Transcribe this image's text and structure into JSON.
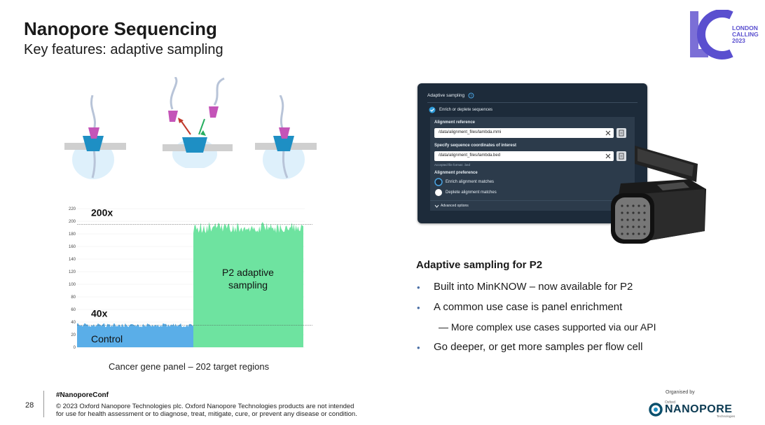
{
  "header": {
    "title": "Nanopore Sequencing",
    "subtitle": "Key features: adaptive sampling"
  },
  "logo": {
    "line1": "LONDON",
    "line2": "CALLING",
    "line3": "2023",
    "color": "#5a4fcf"
  },
  "chart_data": {
    "type": "bar",
    "y_ticks": [
      "220",
      "200",
      "180",
      "160",
      "140",
      "120",
      "100",
      "80",
      "60",
      "40",
      "20",
      "0"
    ],
    "ylim": [
      0,
      220
    ],
    "reference_lines": [
      {
        "label": "200x",
        "value": 195
      },
      {
        "label": "40x",
        "value": 35
      }
    ],
    "regions": [
      {
        "label": "Control",
        "value": 35,
        "color": "#5aaee8"
      },
      {
        "label": "P2 adaptive\nsampling",
        "label_lines": [
          "P2 adaptive",
          "sampling"
        ],
        "value": 190,
        "color": "#6ee3a0"
      }
    ],
    "caption": "Cancer gene panel – 202 target regions"
  },
  "software_panel": {
    "title": "Adaptive sampling",
    "checkbox_label": "Enrich or deplete sequences",
    "alignment_reference_label": "Alignment reference",
    "alignment_reference_value": "/data/alignment_files/lambda.mmi",
    "coordinates_label": "Specify sequence coordinates of interest",
    "coordinates_value": "/data/alignment_files/lambda.bed",
    "accepted_format": "Accepted file format: .bed",
    "preference_label": "Alignment preference",
    "option_enrich": "Enrich alignment matches",
    "option_deplete": "Deplete alignment matches",
    "advanced": "Advanced options"
  },
  "right": {
    "heading": "Adaptive sampling for P2",
    "bullets": [
      "Built into MinKNOW – now available for P2",
      "A common use case is panel enrichment",
      "— More complex use cases supported via our API",
      "Go deeper, or get more samples per flow cell"
    ]
  },
  "footer": {
    "page_number": "28",
    "hashtag": "#NanoporeConf",
    "copyright_line1": "© 2023 Oxford Nanopore Technologies plc. Oxford Nanopore Technologies products are not intended",
    "copyright_line2": "for use for health assessment or to diagnose, treat, mitigate, cure, or prevent any disease or condition.",
    "organised_by": "Organised by",
    "brand_small": "Oxford",
    "brand": "NANOPORE",
    "brand_sub": "Technologies"
  }
}
